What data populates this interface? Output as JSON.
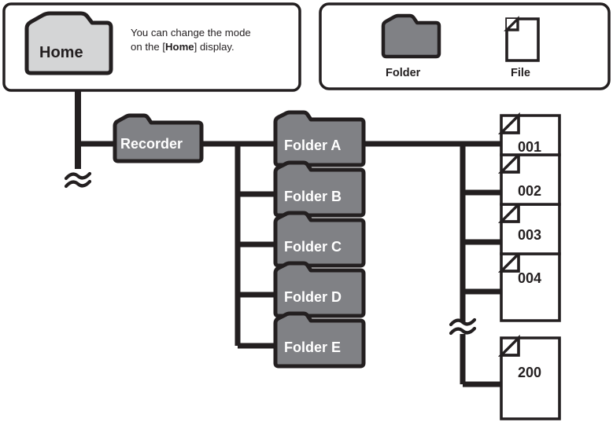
{
  "diagram": {
    "title": "Recorder folder/file hierarchy",
    "colors": {
      "folder_fill": "#808185",
      "home_folder_fill": "#d4d5d6",
      "file_fill": "#ffffff",
      "outline": "#231f20",
      "line": "#231f20",
      "label_on_folder": "#ffffff",
      "label_on_home": "#231f20",
      "background": "#ffffff"
    }
  },
  "note_box": {
    "name": "home-note-box",
    "home_folder_label": "Home",
    "text_line_1": "You can change the mode",
    "text_line_2_prefix": "on the [",
    "text_line_2_bold": "Home",
    "text_line_2_suffix": "] display."
  },
  "legend_box": {
    "name": "legend",
    "items": [
      {
        "icon": "folder-icon",
        "label": "Folder"
      },
      {
        "icon": "file-icon",
        "label": "File"
      }
    ]
  },
  "tree": {
    "root": {
      "label": "Recorder",
      "type": "folder"
    },
    "folders": [
      {
        "label": "Folder A",
        "type": "folder"
      },
      {
        "label": "Folder B",
        "type": "folder"
      },
      {
        "label": "Folder C",
        "type": "folder"
      },
      {
        "label": "Folder D",
        "type": "folder"
      },
      {
        "label": "Folder E",
        "type": "folder"
      }
    ],
    "files": [
      {
        "label": "001",
        "type": "file"
      },
      {
        "label": "002",
        "type": "file"
      },
      {
        "label": "003",
        "type": "file"
      },
      {
        "label": "004",
        "type": "file"
      },
      {
        "label": "200",
        "type": "file"
      }
    ],
    "break_marks": [
      {
        "name": "break-mark-home-trunk"
      },
      {
        "name": "break-mark-file-trunk"
      }
    ]
  }
}
